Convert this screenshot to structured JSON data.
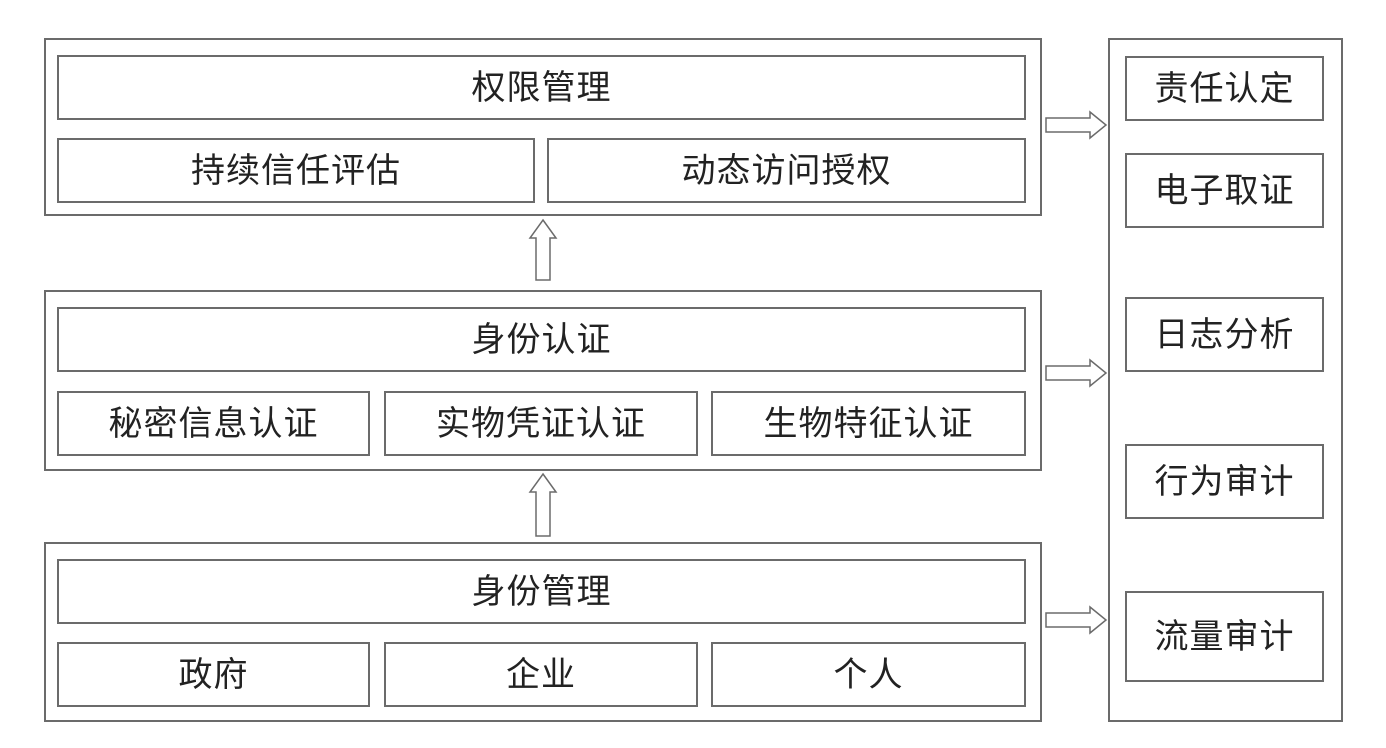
{
  "permission": {
    "title": "权限管理",
    "items": [
      "持续信任评估",
      "动态访问授权"
    ]
  },
  "authentication": {
    "title": "身份认证",
    "items": [
      "秘密信息认证",
      "实物凭证认证",
      "生物特征认证"
    ]
  },
  "identity": {
    "title": "身份管理",
    "items": [
      "政府",
      "企业",
      "个人"
    ]
  },
  "audit": {
    "items": [
      "责任认定",
      "电子取证",
      "日志分析",
      "行为审计",
      "流量审计"
    ]
  }
}
